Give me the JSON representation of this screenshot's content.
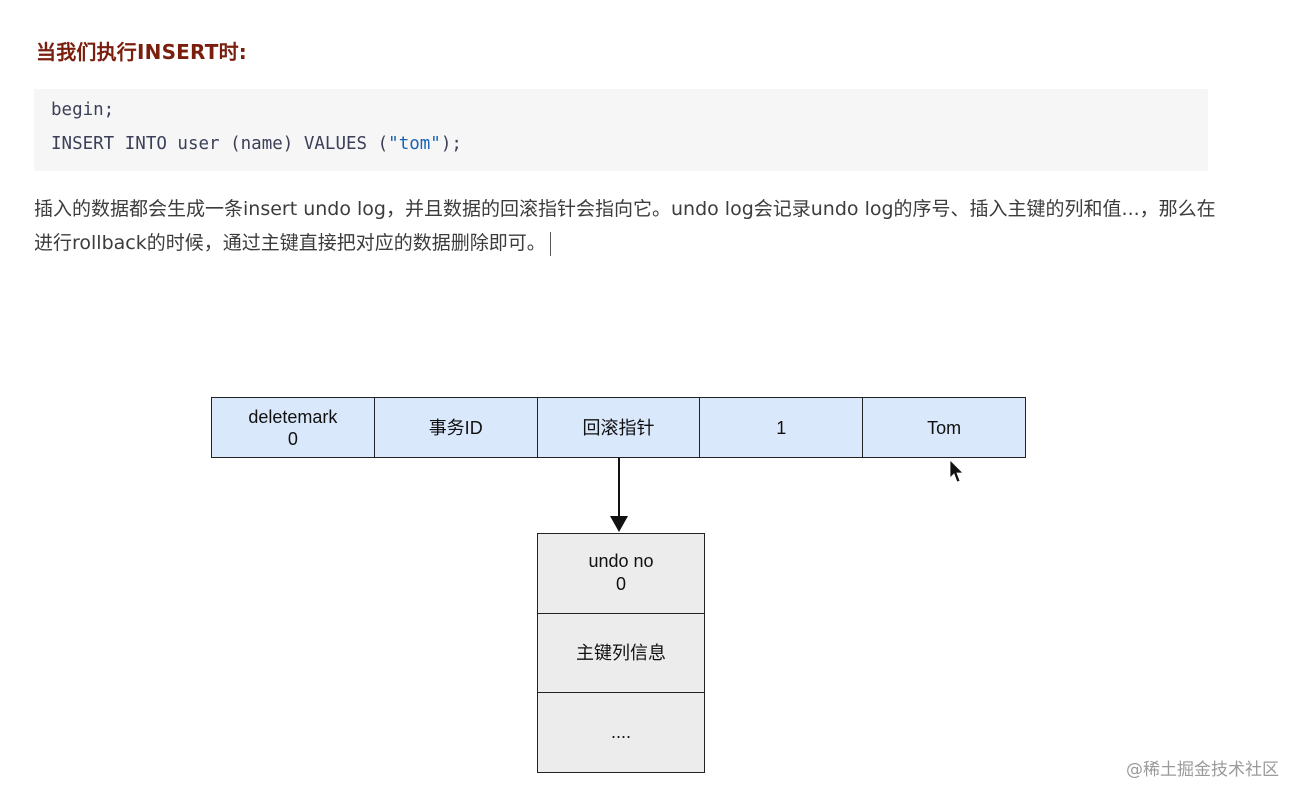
{
  "heading": "当我们执行INSERT时:",
  "code": {
    "line1": "begin;",
    "line2_prefix": "INSERT INTO user (name) VALUES (",
    "line2_string": "\"tom\"",
    "line2_suffix": ");"
  },
  "description": "插入的数据都会生成一条insert undo log，并且数据的回滚指针会指向它。undo log会记录undo log的序号、插入主键的列和值...，那么在进行rollback的时候，通过主键直接把对应的数据删除即可。",
  "record": {
    "cells": [
      {
        "line1": "deletemark",
        "line2": "0"
      },
      {
        "line1": "事务ID",
        "line2": ""
      },
      {
        "line1": "回滚指针",
        "line2": ""
      },
      {
        "line1": "1",
        "line2": ""
      },
      {
        "line1": "Tom",
        "line2": ""
      }
    ]
  },
  "undo_log": {
    "cells": [
      {
        "line1": "undo no",
        "line2": "0"
      },
      {
        "line1": "主键列信息",
        "line2": ""
      },
      {
        "line1": "....",
        "line2": ""
      }
    ]
  },
  "watermark": "@稀土掘金技术社区",
  "colors": {
    "heading": "#7a1f0e",
    "record_fill": "#dae8fc",
    "undo_fill": "#ececec",
    "code_bg": "#f6f6f6",
    "string": "#1a64b4"
  }
}
